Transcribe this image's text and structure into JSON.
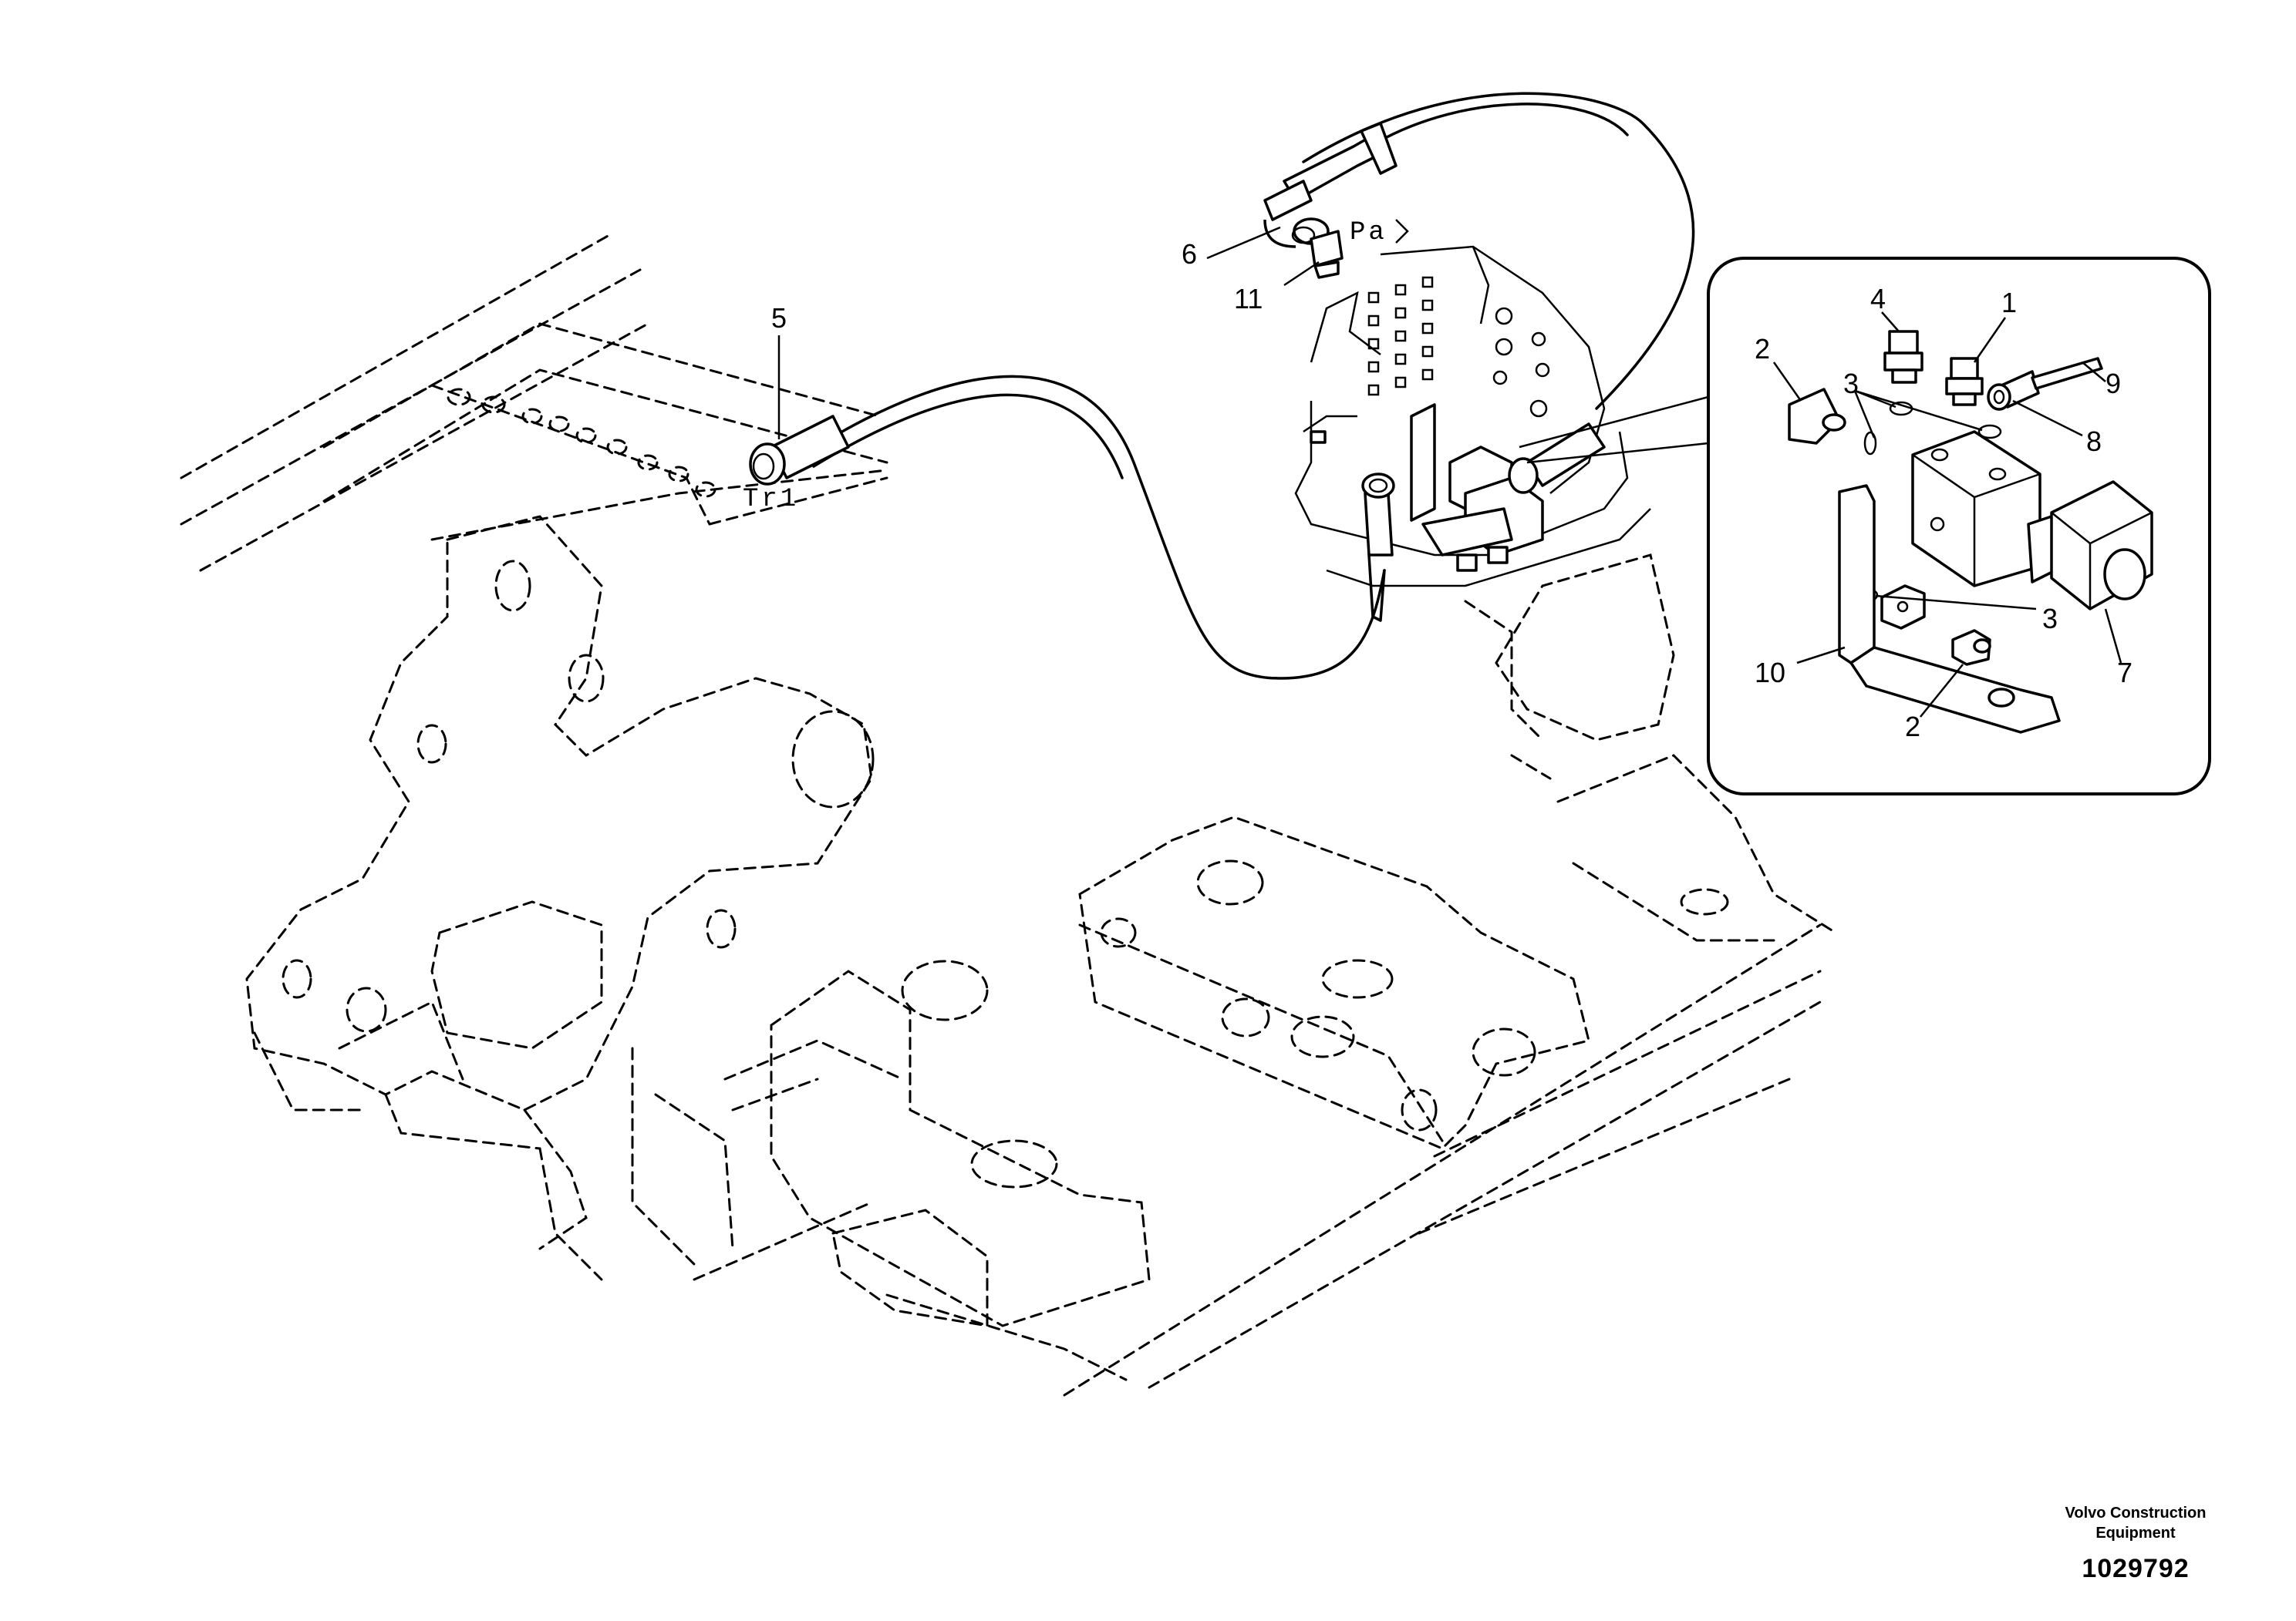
{
  "port_labels": {
    "pa": "Pa",
    "tr1": "Tr1"
  },
  "callouts": {
    "c1": "1",
    "c2a": "2",
    "c2b": "2",
    "c3a": "3",
    "c3b": "3",
    "c4": "4",
    "c5": "5",
    "c6": "6",
    "c7": "7",
    "c8": "8",
    "c9": "9",
    "c10": "10",
    "c11": "11"
  },
  "footer": {
    "brand_line1": "Volvo Construction",
    "brand_line2": "Equipment",
    "drawing_number": "1029792"
  }
}
